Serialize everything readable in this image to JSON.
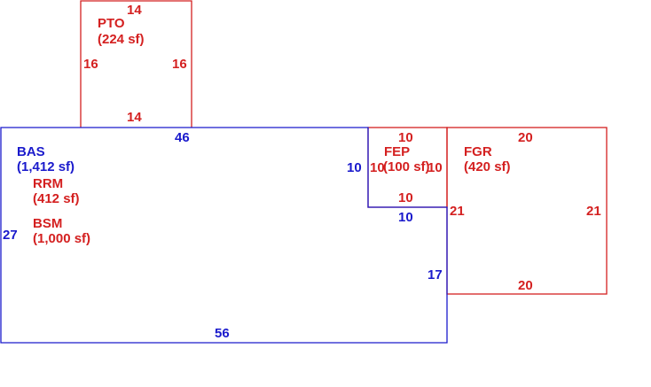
{
  "colors": {
    "base_line": "#1a1acc",
    "addition_line": "#d42020",
    "background": "#ffffff"
  },
  "areas": {
    "bas": {
      "code": "BAS",
      "area": "(1,412 sf)"
    },
    "rrm": {
      "code": "RRM",
      "area": "(412 sf)"
    },
    "bsm": {
      "code": "BSM",
      "area": "(1,000 sf)"
    },
    "pto": {
      "code": "PTO",
      "area": "(224 sf)"
    },
    "fep": {
      "code": "FEP",
      "area": "(100 sf)"
    },
    "fgr": {
      "code": "FGR",
      "area": "(420 sf)"
    }
  },
  "dimensions": {
    "bas_top": "46",
    "bas_bottom": "56",
    "bas_left": "27",
    "bas_right_lower": "17",
    "bas_notch_left": "10",
    "bas_notch_bottom": "10",
    "pto_top": "14",
    "pto_bottom": "14",
    "pto_left": "16",
    "pto_right": "16",
    "fep_top": "10",
    "fep_bottom": "10",
    "fep_left": "10",
    "fep_right": "10",
    "fgr_top": "20",
    "fgr_bottom": "20",
    "fgr_left": "21",
    "fgr_right": "21"
  }
}
